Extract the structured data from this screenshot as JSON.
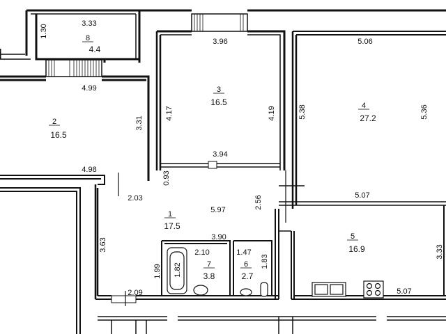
{
  "rooms": [
    {
      "no": "1",
      "area": "17.5"
    },
    {
      "no": "2",
      "area": "16.5"
    },
    {
      "no": "3",
      "area": "16.5"
    },
    {
      "no": "4",
      "area": "27.2"
    },
    {
      "no": "5",
      "area": "16.9"
    },
    {
      "no": "6",
      "area": "2.7"
    },
    {
      "no": "7",
      "area": "3.8"
    },
    {
      "no": "8",
      "area": "4.4"
    }
  ],
  "dims": {
    "r8_w": "3.33",
    "r8_h": "1.30",
    "r8_bottom": "4.99",
    "r3_top": "3.96",
    "r3_left": "4.17",
    "r3_right": "4.19",
    "r3_bottom": "3.94",
    "r4_top": "5.06",
    "r4_left": "5.38",
    "r4_right": "5.36",
    "r2_right": "3.31",
    "r2_bottom": "4.98",
    "hall_a": "0.93",
    "hall_b": "2.03",
    "hall_c": "2.56",
    "r1_w": "5.97",
    "r1_h": "3.63",
    "r1_bath_top": "3.90",
    "r7_w": "2.10",
    "r7_h": "1.99",
    "r7_tub": "1.82",
    "r6_w": "1.47",
    "r6_h": "1.83",
    "r5_top": "5.07",
    "r5_right": "3.33",
    "r5_bottom": "5.07",
    "bottom_left": "2.09"
  }
}
